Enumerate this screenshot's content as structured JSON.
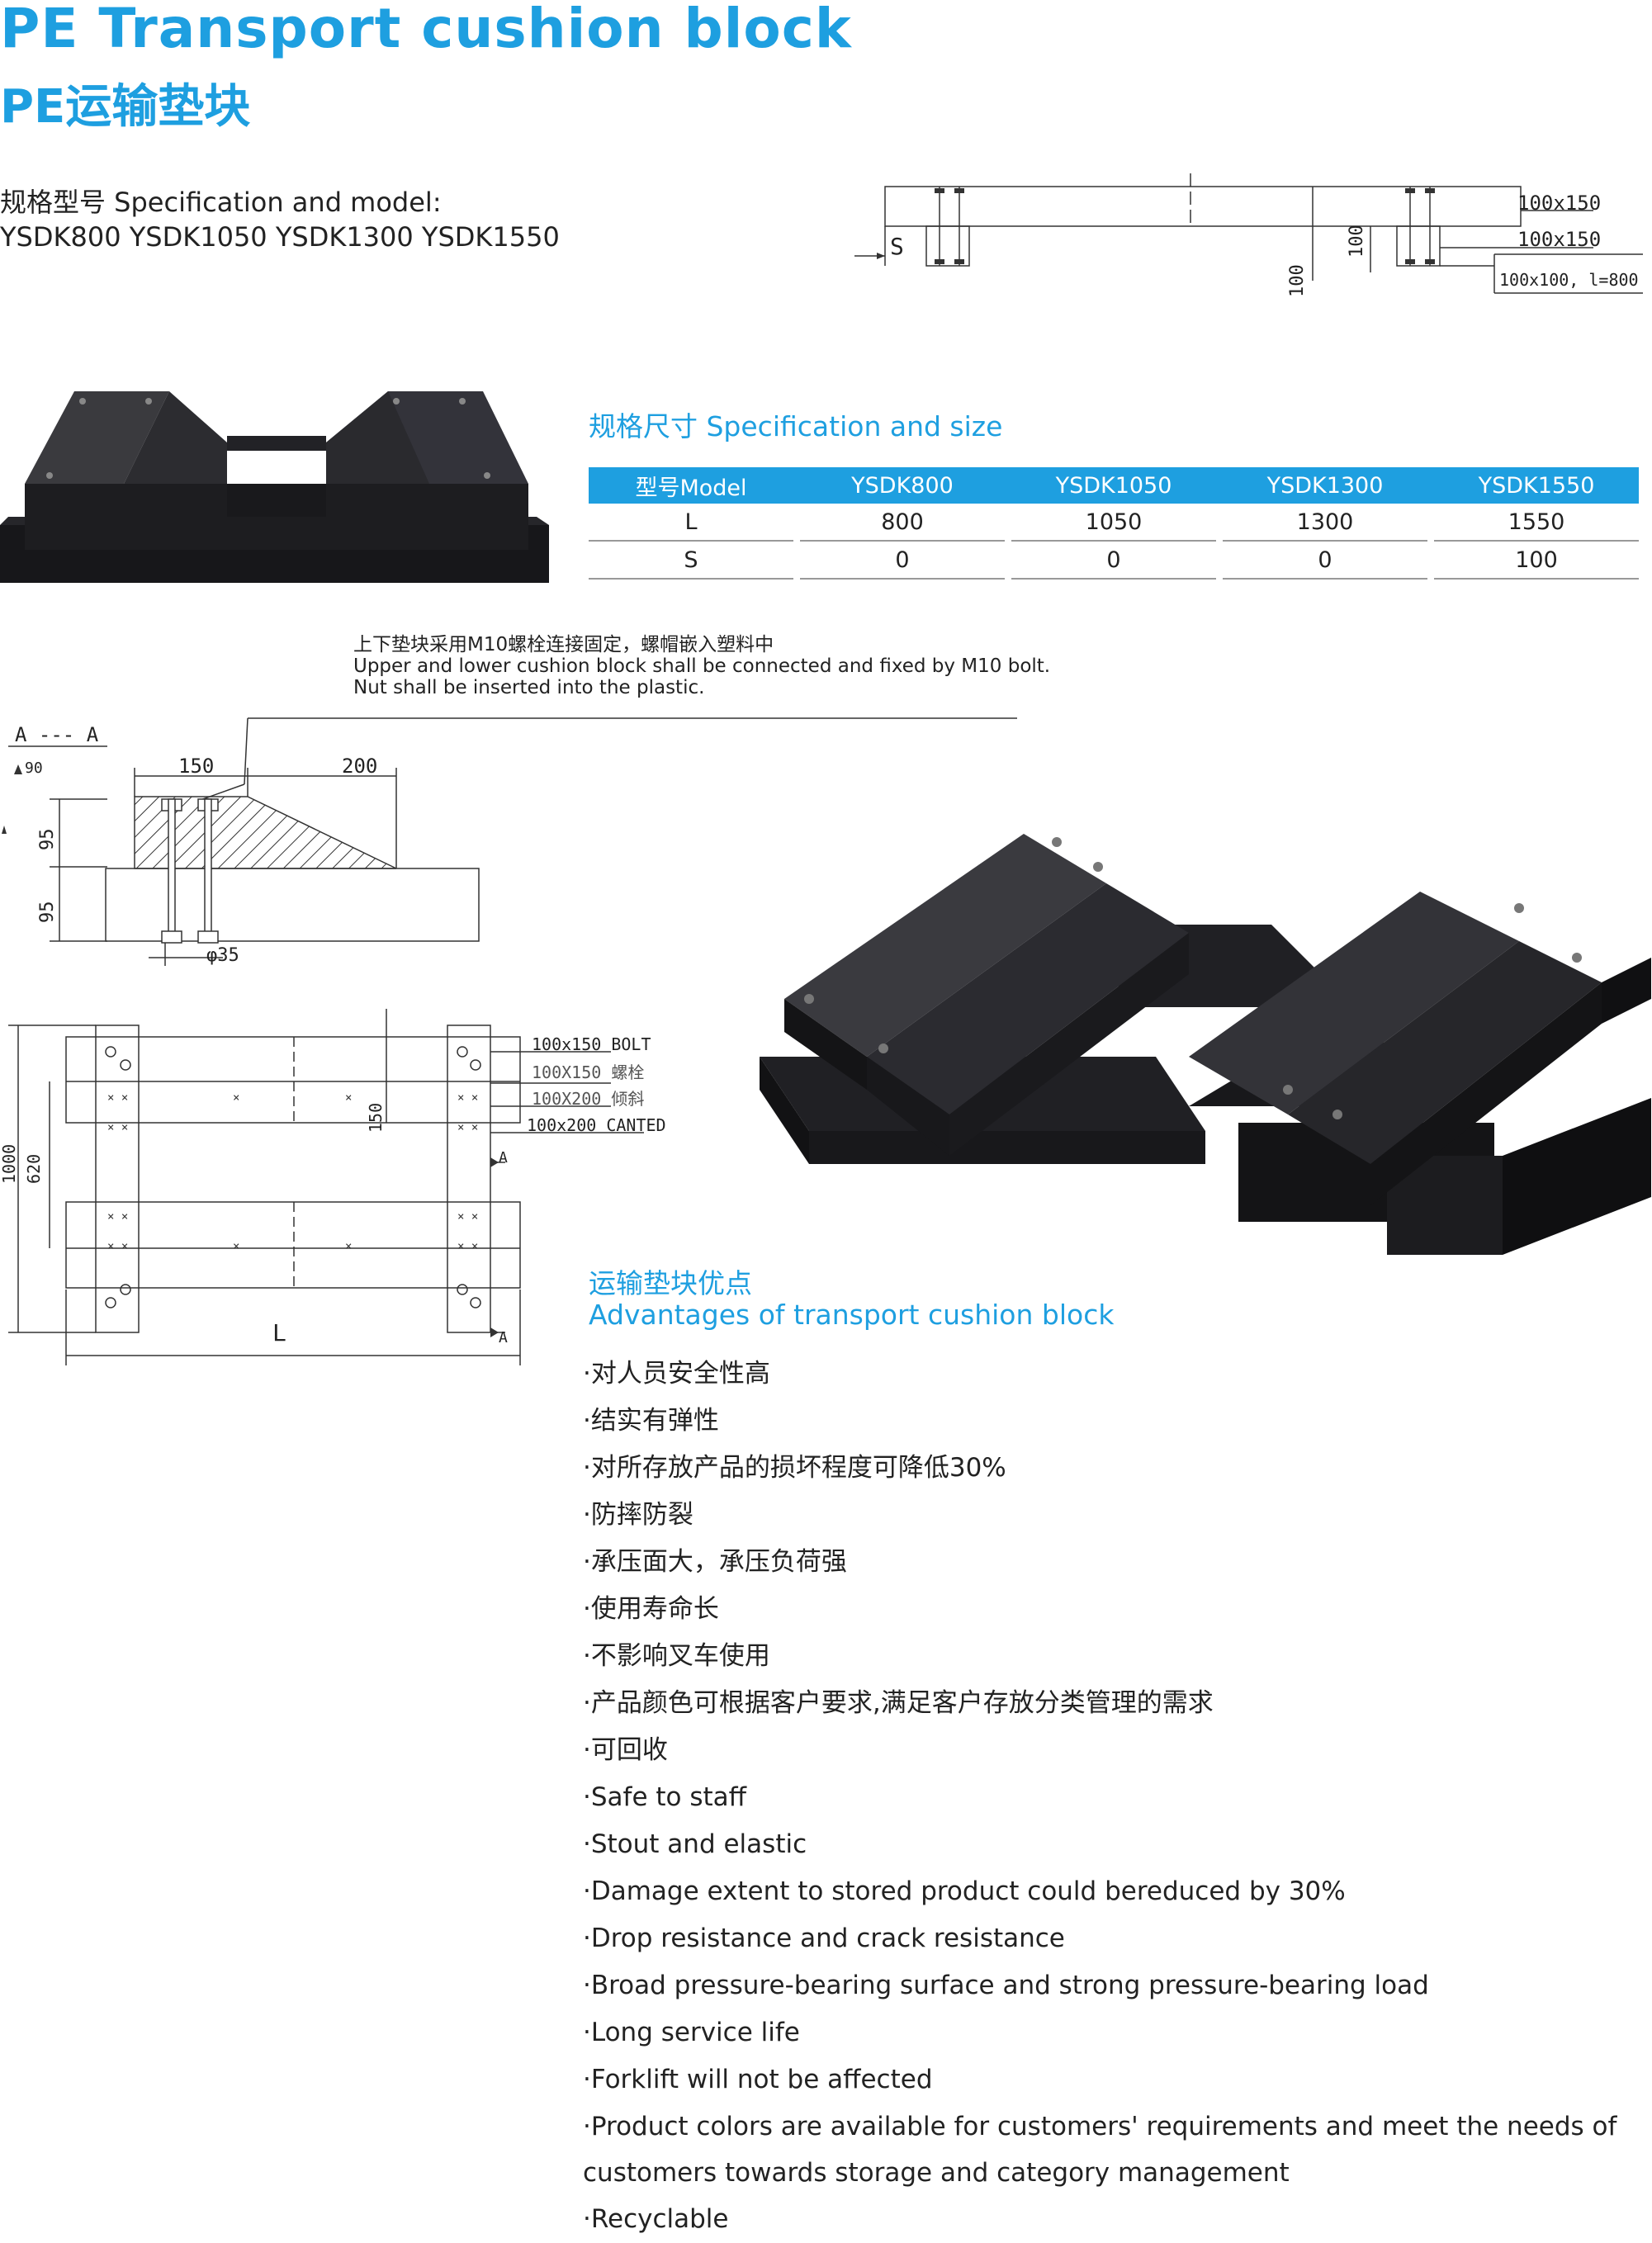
{
  "header": {
    "title_en": "PE Transport cushion block",
    "title_cn": "PE运输垫块"
  },
  "spec": {
    "label": "规格型号 Specification and model:",
    "models": "YSDK800 YSDK1050  YSDK1300 YSDK1550"
  },
  "top_drawing": {
    "s_label": "S",
    "dim_100_a": "100",
    "dim_100_b": "100",
    "callout_1": "100x150",
    "callout_2": "100x150",
    "callout_3": "100x100, l=800"
  },
  "size_table": {
    "heading": "规格尺寸 Specification and size",
    "header": [
      "型号Model",
      "YSDK800",
      "YSDK1050",
      "YSDK1300",
      "YSDK1550"
    ],
    "rows": [
      [
        "L",
        "800",
        "1050",
        "1300",
        "1550"
      ],
      [
        "S",
        "0",
        "0",
        "0",
        "100"
      ]
    ]
  },
  "note": {
    "line1": "上下垫块采用M10螺栓连接固定，螺帽嵌入塑料中",
    "line2": "Upper and lower cushion block shall be connected and fixed by M10 bolt.",
    "line3": "Nut shall be inserted into the plastic."
  },
  "section_drawing": {
    "section_label": "A --- A",
    "angle": "90",
    "dim_150": "150",
    "dim_200": "200",
    "dim_95_a": "95",
    "dim_95_b": "95",
    "dia": "φ35"
  },
  "plan_drawing": {
    "dim_1000": "1000",
    "dim_620": "620",
    "dim_150": "150",
    "dim_L": "L",
    "marker_a_top": "A",
    "marker_a_bottom": "A",
    "legend_1": "100x150  BOLT",
    "legend_2": "100X150 螺栓",
    "legend_3": "100X200 倾斜",
    "legend_4": "100x200 CANTED"
  },
  "advantages": {
    "heading_cn": "运输垫块优点",
    "heading_en": "Advantages of transport cushion block",
    "items": [
      "·对人员安全性高",
      "·结实有弹性",
      "·对所存放产品的损坏程度可降低30%",
      "·防摔防裂",
      "·承压面大，承压负荷强",
      "·使用寿命长",
      "·不影响叉车使用",
      "·产品颜色可根据客户要求,满足客户存放分类管理的需求",
      "·可回收",
      "·Safe to staff",
      "·Stout and elastic",
      "·Damage extent to stored product could bereduced by 30%",
      "·Drop resistance and crack resistance",
      "·Broad pressure-bearing surface and strong pressure-bearing load",
      "·Long service life",
      "·Forklift will not be affected",
      "·Product colors are available for customers' requirements and meet the needs of customers towards storage and category management",
      "·Recyclable"
    ]
  },
  "colors": {
    "accent": "#1e9fe0",
    "product": "#1c1c1e"
  }
}
